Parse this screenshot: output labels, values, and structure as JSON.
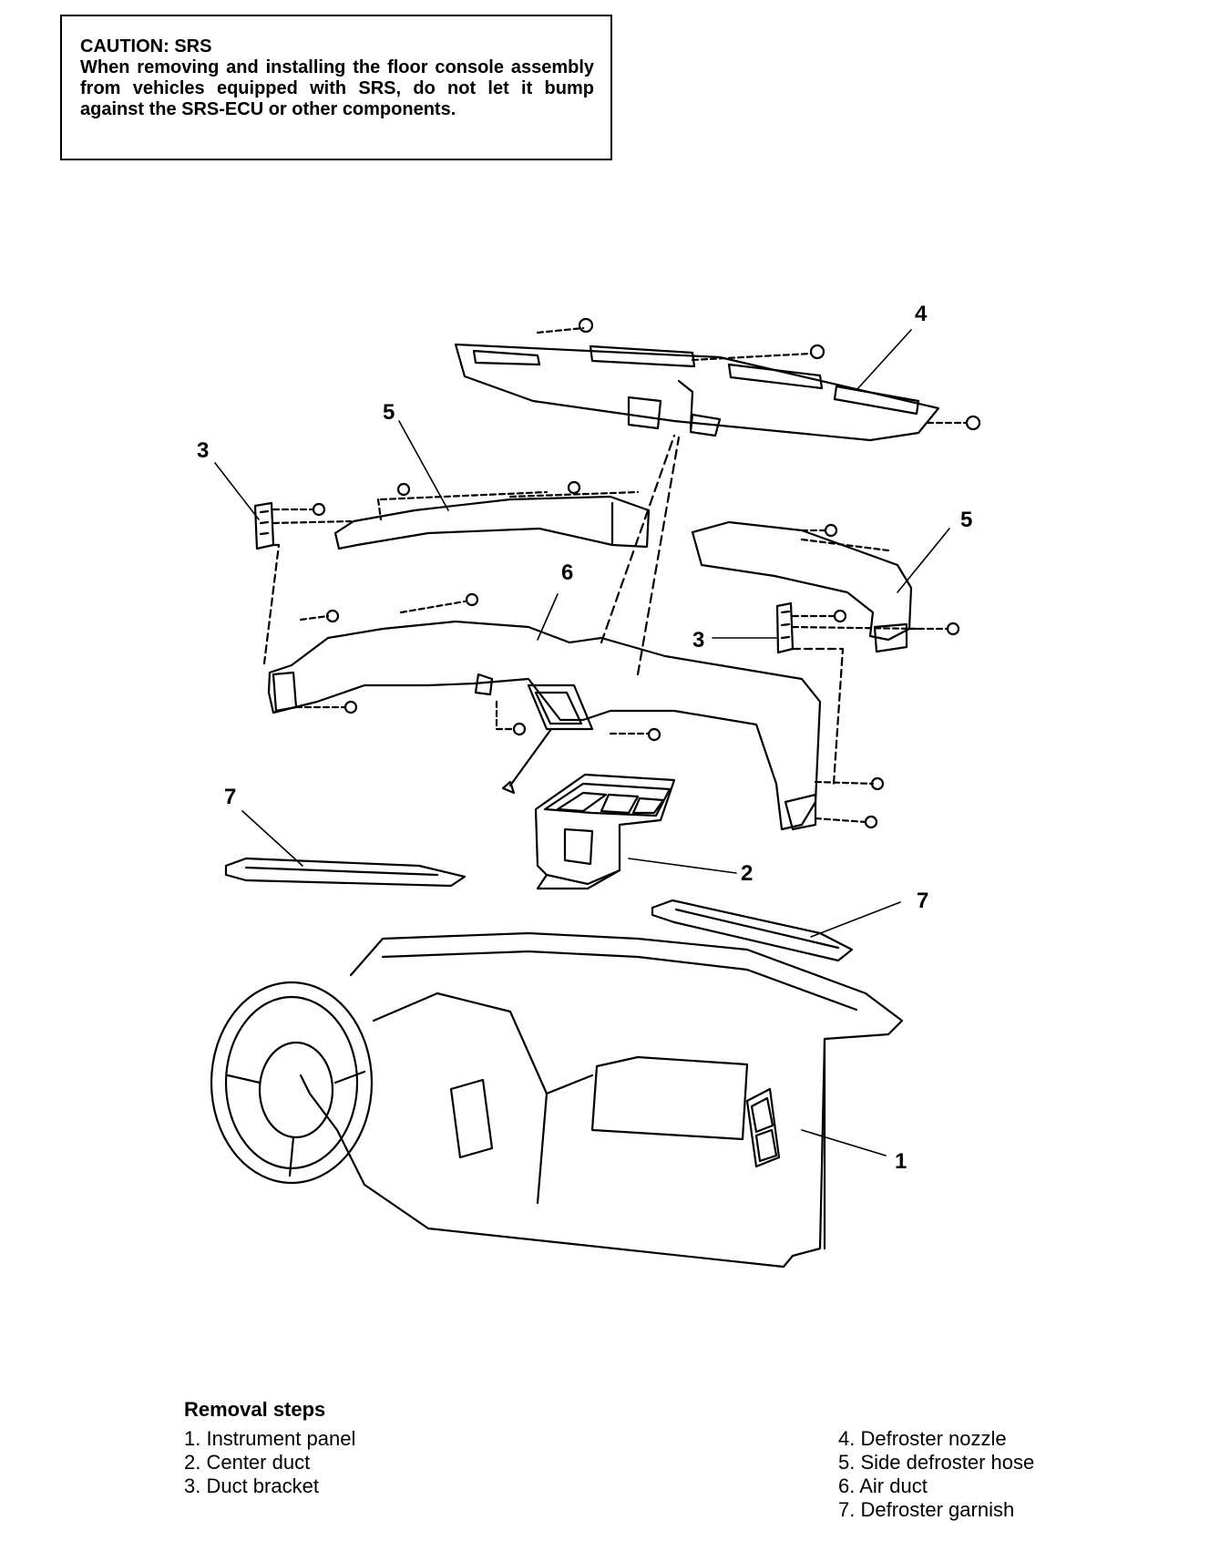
{
  "caution": {
    "title": "CAUTION: SRS",
    "text": "When removing and installing the floor console assembly from vehicles equipped with SRS, do not let it bump against the SRS-ECU or other components."
  },
  "callouts": [
    "1",
    "2",
    "3",
    "3",
    "4",
    "5",
    "5",
    "6",
    "7",
    "7"
  ],
  "removal": {
    "title": "Removal steps",
    "steps_left": [
      "1. Instrument panel",
      "2. Center duct",
      "3. Duct bracket"
    ],
    "steps_right": [
      "4. Defroster nozzle",
      "5. Side defroster hose",
      "6. Air duct",
      "7. Defroster garnish"
    ]
  }
}
